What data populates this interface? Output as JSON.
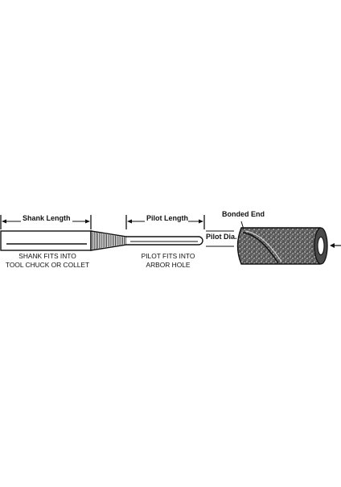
{
  "labels": {
    "shank_length": "Shank Length",
    "pilot_length": "Pilot Length",
    "pilot_dia": "Pilot Dia.",
    "bonded_end": "Bonded End"
  },
  "captions": {
    "shank_line1": "SHANK FITS INTO",
    "shank_line2": "TOOL CHUCK OR COLLET",
    "pilot_line1": "PILOT FITS INTO",
    "pilot_line2": "ARBOR HOLE"
  },
  "colors": {
    "ink": "#111111",
    "roll_fill": "#6e6e6e",
    "background": "#ffffff"
  }
}
